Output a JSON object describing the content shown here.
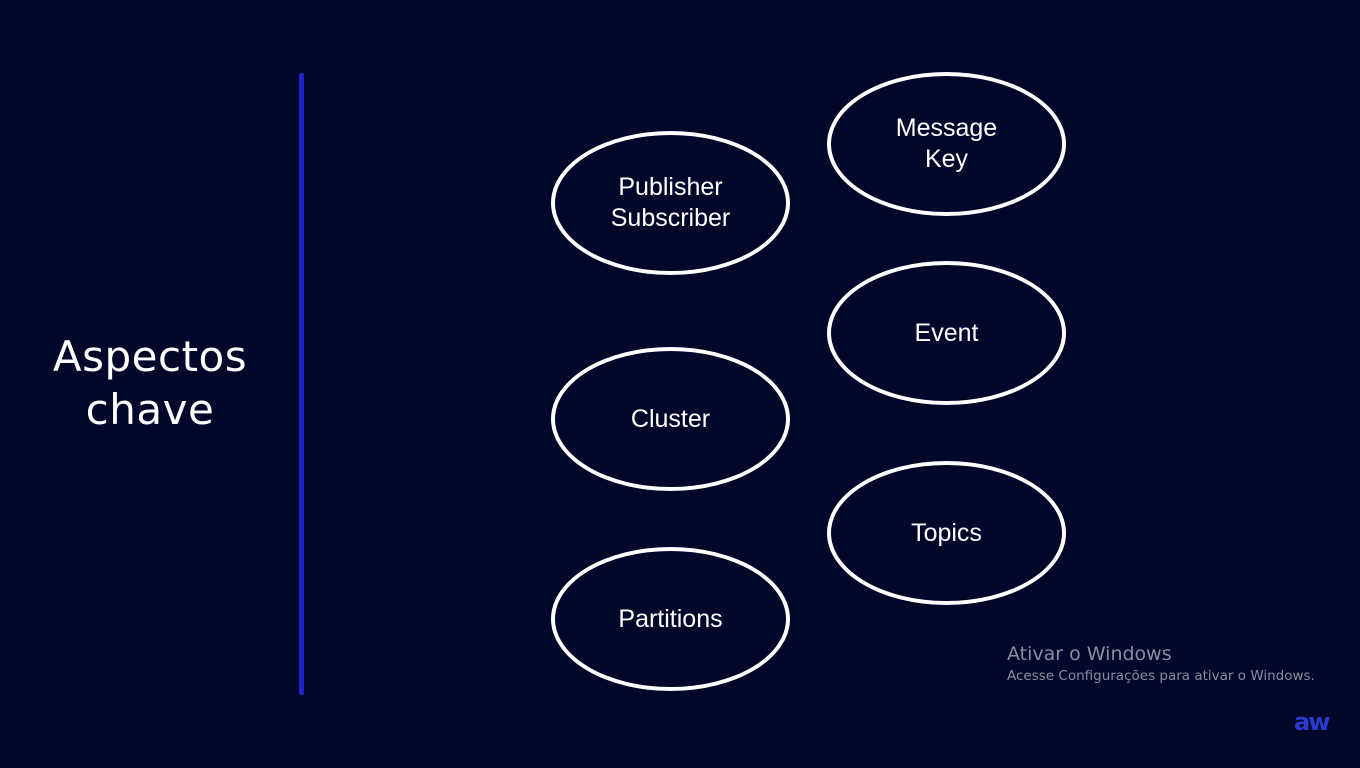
{
  "slide": {
    "title_line1": "Aspectos",
    "title_line2": "chave",
    "concepts": {
      "publisher_subscriber": "Publisher\nSubscriber",
      "cluster": "Cluster",
      "partitions": "Partitions",
      "message_key": "Message\nKey",
      "event": "Event",
      "topics": "Topics"
    }
  },
  "watermark": {
    "title": "Ativar o Windows",
    "subtitle": "Acesse Configurações para ativar o Windows."
  },
  "logo": {
    "text": "aw"
  },
  "colors": {
    "background": "#03072a",
    "divider": "#1c22c4",
    "bubble_border": "#ffffff",
    "watermark_text": "#8a8d9e",
    "logo": "#2a3bd0"
  }
}
